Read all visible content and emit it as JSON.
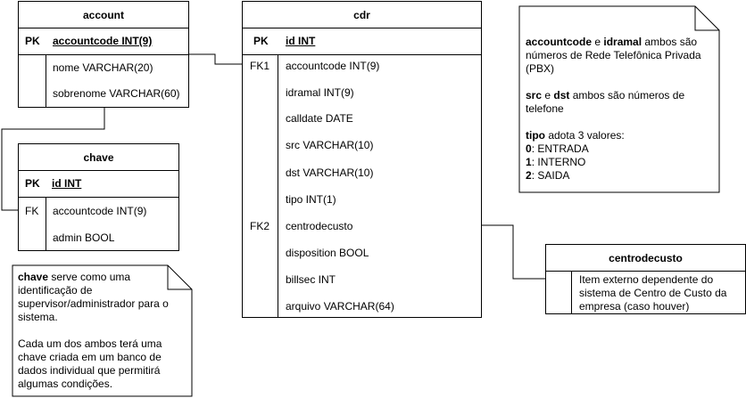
{
  "account": {
    "title": "account",
    "pk_label": "PK",
    "pk_field": "accountcode INT(9)",
    "fields": [
      "nome VARCHAR(20)",
      "sobrenome VARCHAR(60)"
    ]
  },
  "chave": {
    "title": "chave",
    "pk_label": "PK",
    "pk_field": "id INT",
    "fk_label": "FK",
    "fields": [
      "accountcode INT(9)",
      "admin BOOL"
    ]
  },
  "cdr": {
    "title": "cdr",
    "pk_label": "PK",
    "pk_field": "id INT",
    "fk1_label": "FK1",
    "fk2_label": "FK2",
    "fields": [
      "accountcode INT(9)",
      "idramal INT(9)",
      "calldate DATE",
      "src VARCHAR(10)",
      "dst VARCHAR(10)",
      "tipo INT(1)",
      "centrodecusto",
      "disposition BOOL",
      "billsec INT",
      "arquivo VARCHAR(64)"
    ]
  },
  "centrodecusto": {
    "title": "centrodecusto",
    "description_lines": [
      "Item externo dependente do",
      "sistema de Centro de Custo da",
      "empresa (caso houver)"
    ]
  },
  "note_right": {
    "p1_bold1": "accountcode",
    "p1_text1": " e ",
    "p1_bold2": "idramal",
    "p1_text2": " ambos são",
    "p1_line2": "números de Rede Telefônica Privada",
    "p1_line3": "(PBX)",
    "p2_bold1": "src",
    "p2_text1": " e ",
    "p2_bold2": "dst",
    "p2_text2": " ambos são números de",
    "p2_line2": "telefone",
    "p3_bold": "tipo",
    "p3_text": " adota 3 valores:",
    "opt0_num": "0",
    "opt0_text": ": ENTRADA",
    "opt1_num": "1",
    "opt1_text": ": INTERNO",
    "opt2_num": "2",
    "opt2_text": ": SAIDA"
  },
  "note_left": {
    "p1_bold": "chave",
    "p1_text": " serve como uma",
    "p1_line2": "identificação de",
    "p1_line3": "supervisor/administrador para o",
    "p1_line4": "sistema.",
    "p2_lines": [
      "Cada um dos ambos terá uma",
      "chave criada em um banco de",
      "dados individual que permitirá",
      "algumas condições."
    ]
  }
}
